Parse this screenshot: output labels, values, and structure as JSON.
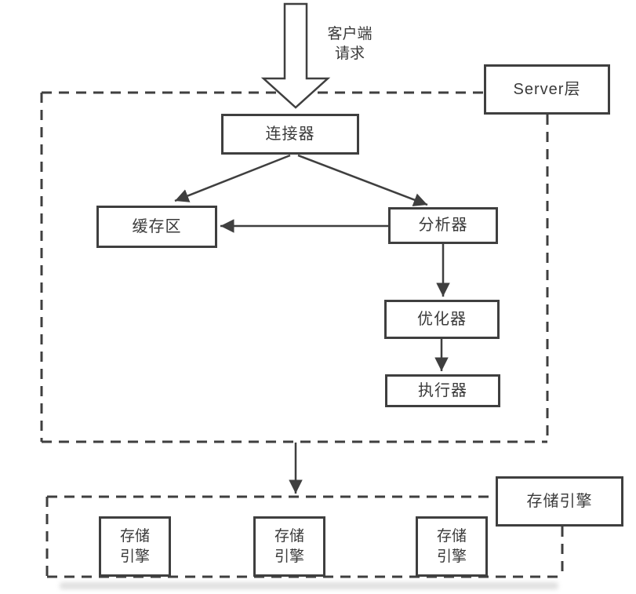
{
  "diagram": {
    "title_hint": "database-server-architecture",
    "client_arrow_label": {
      "line1": "客户端",
      "line2": "请求"
    },
    "server_layer": {
      "label": "Server层",
      "connector": "连接器",
      "cache": "缓存区",
      "analyzer": "分析器",
      "optimizer": "优化器",
      "executor": "执行器"
    },
    "storage_layer": {
      "label": "存储引擎",
      "engines": [
        {
          "line1": "存储",
          "line2": "引擎"
        },
        {
          "line1": "存储",
          "line2": "引擎"
        },
        {
          "line1": "存储",
          "line2": "引擎"
        }
      ]
    },
    "colors": {
      "line": "#3f3f3f",
      "text": "#3a3a3a",
      "background": "#ffffff"
    }
  }
}
